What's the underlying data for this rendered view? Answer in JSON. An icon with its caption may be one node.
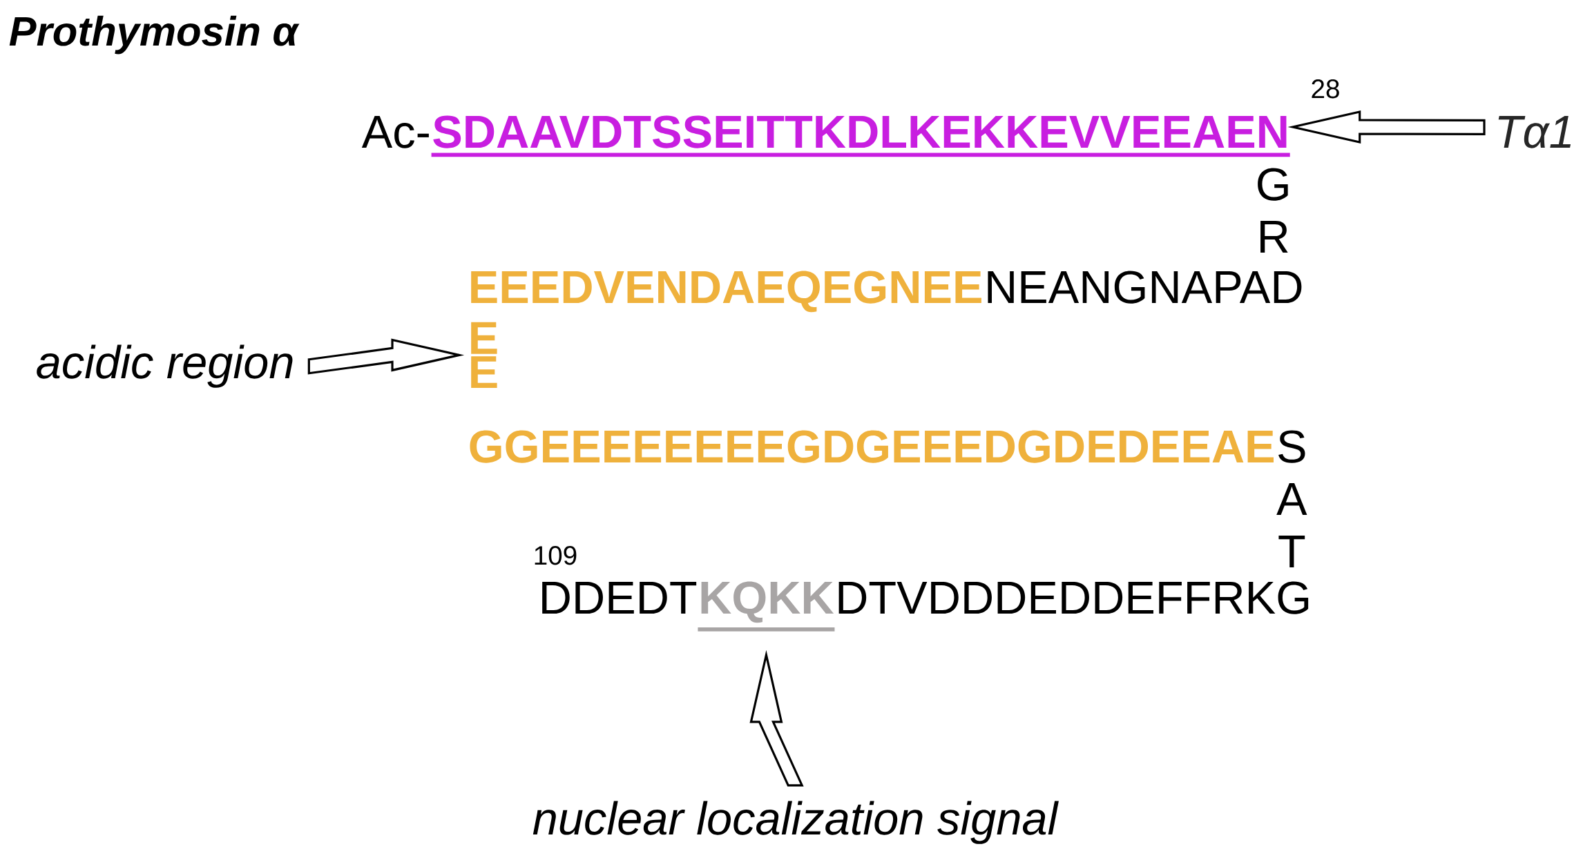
{
  "diagram": {
    "title": "Prothymosin α",
    "nodes": [
      {
        "text": [
          "SDAAVDTSSEITTKDLKEKKEVVEEAEN"
        ]
      },
      {
        "text": [
          "Tα1"
        ]
      },
      {
        "text": [
          "acidic region"
        ]
      },
      {
        "text": [
          "E E"
        ]
      },
      {
        "text": [
          "KQKK"
        ]
      },
      {
        "text": [
          "nuclear localization signal"
        ]
      }
    ],
    "edges": [
      {
        "from": 1,
        "to": 0,
        "arrow": "to"
      },
      {
        "from": 2,
        "to": 3,
        "arrow": "to"
      },
      {
        "from": 5,
        "to": 4,
        "arrow": "to"
      }
    ],
    "labels": [
      "28",
      "Ac-",
      "G",
      "R",
      "EEEDVENDAEQEGNEE",
      "NEANGNAPAD",
      "GGEEEEEEEEGDGEEEDGDEDEEAE",
      "S",
      "A",
      "T",
      "109",
      "DDEDT",
      "DTVDDDEDDEFFRKG"
    ]
  }
}
